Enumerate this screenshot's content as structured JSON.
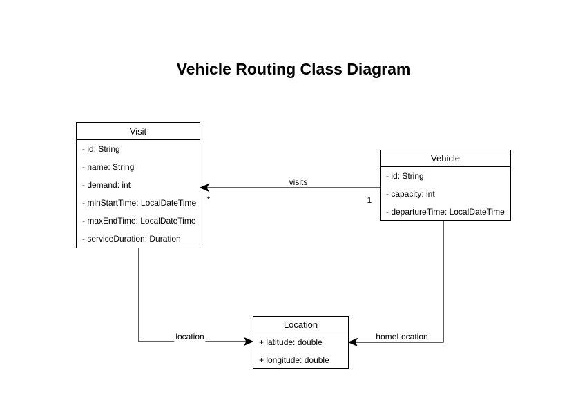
{
  "title": "Vehicle Routing Class Diagram",
  "classes": {
    "visit": {
      "name": "Visit",
      "attributes": [
        "- id: String",
        "- name: String",
        "- demand: int",
        "- minStartTime: LocalDateTime",
        "- maxEndTime: LocalDateTime",
        "- serviceDuration: Duration"
      ]
    },
    "vehicle": {
      "name": "Vehicle",
      "attributes": [
        "- id: String",
        "- capacity: int",
        "- departureTime: LocalDateTime"
      ]
    },
    "location": {
      "name": "Location",
      "attributes": [
        "+ latitude: double",
        "+ longitude: double"
      ]
    }
  },
  "edges": {
    "visits": {
      "label": "visits",
      "source_multiplicity": "1",
      "target_multiplicity": "*"
    },
    "location": {
      "label": "location"
    },
    "homeLocation": {
      "label": "homeLocation"
    }
  },
  "colors": {
    "stroke": "#000000",
    "background": "#ffffff",
    "text": "#000000"
  }
}
